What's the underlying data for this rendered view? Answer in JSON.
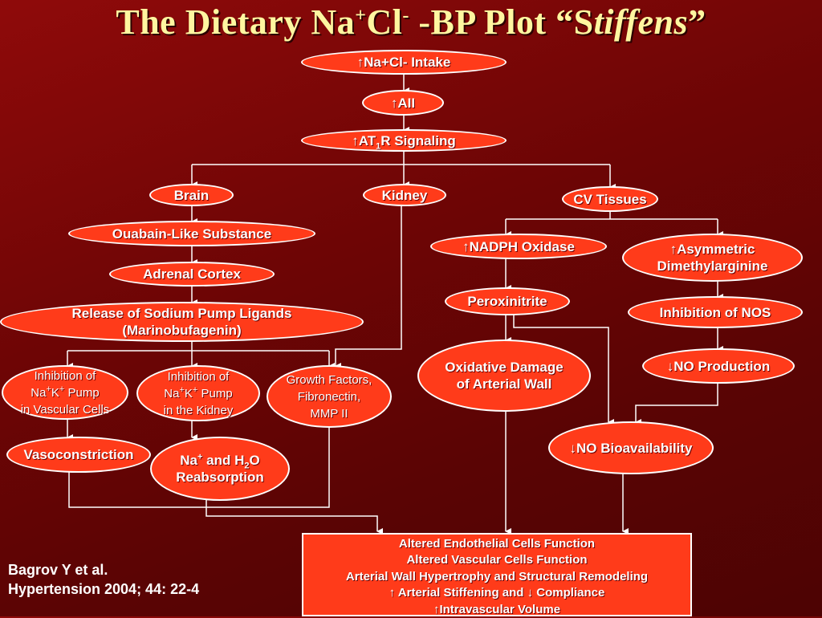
{
  "title": {
    "prefix": "The Dietary Na",
    "sup1": "+",
    "cl": "Cl",
    "sup2": "-",
    "middle": " -BP Plot “S",
    "italic": "tiffens",
    "suffix": "”"
  },
  "nodes": {
    "intake": "↑Na+Cl- Intake",
    "aii": "↑AII",
    "at1r_prefix": "↑AT",
    "at1r_sub": "1",
    "at1r_suffix": "R Signaling",
    "brain": "Brain",
    "kidney": "Kidney",
    "cv_tissues": "CV Tissues",
    "ouabain": "Ouabain-Like Substance",
    "adrenal": "Adrenal Cortex",
    "release_line1": "Release of Sodium Pump Ligands",
    "release_line2": "(Marinobufagenin)",
    "inh_vasc_line1": "Inhibition of",
    "inh_vasc_na": "Na",
    "inh_vasc_k": "K",
    "inh_vasc_pump": " Pump",
    "inh_vasc_line3": "in Vascular Cells",
    "inh_kid_line1": "Inhibition of",
    "inh_kid_na": "Na",
    "inh_kid_k": "K",
    "inh_kid_pump": " Pump",
    "inh_kid_line3": "in the Kidney",
    "growth_line1": "Growth Factors,",
    "growth_line2": "Fibronectin,",
    "growth_line3": "MMP II",
    "vasoconstriction": "Vasoconstriction",
    "reabs_na": "Na",
    "reabs_plus": "+",
    "reabs_and": " and H",
    "reabs_sub": "2",
    "reabs_o": "O",
    "reabs_line2": "Reabsorption",
    "nadph": "↑NADPH Oxidase",
    "adma_line1": "↑Asymmetric",
    "adma_line2": "Dimethylarginine",
    "peroxinitrite": "Peroxinitrite",
    "inh_nos": "Inhibition of NOS",
    "oxid_line1": "Oxidative Damage",
    "oxid_line2": "of Arterial Wall",
    "no_production": "↓NO Production",
    "no_bio": "↓NO Bioavailability"
  },
  "sup_plus": "+",
  "result": {
    "lines": [
      "Altered Endothelial Cells Function",
      "Altered Vascular Cells Function",
      "Arterial Wall Hypertrophy and Structural Remodeling",
      "↑ Arterial Stiffening and ↓ Compliance",
      "↑Intravascular Volume"
    ]
  },
  "citation": {
    "line1": "Bagrov Y et al.",
    "line2": "Hypertension 2004; 44: 22-4"
  },
  "colors": {
    "node_fill": "#ff3b1a",
    "node_border": "#ffffff",
    "title_text": "#fff6a0",
    "background": "#7a0606",
    "connector": "#ffffff"
  }
}
